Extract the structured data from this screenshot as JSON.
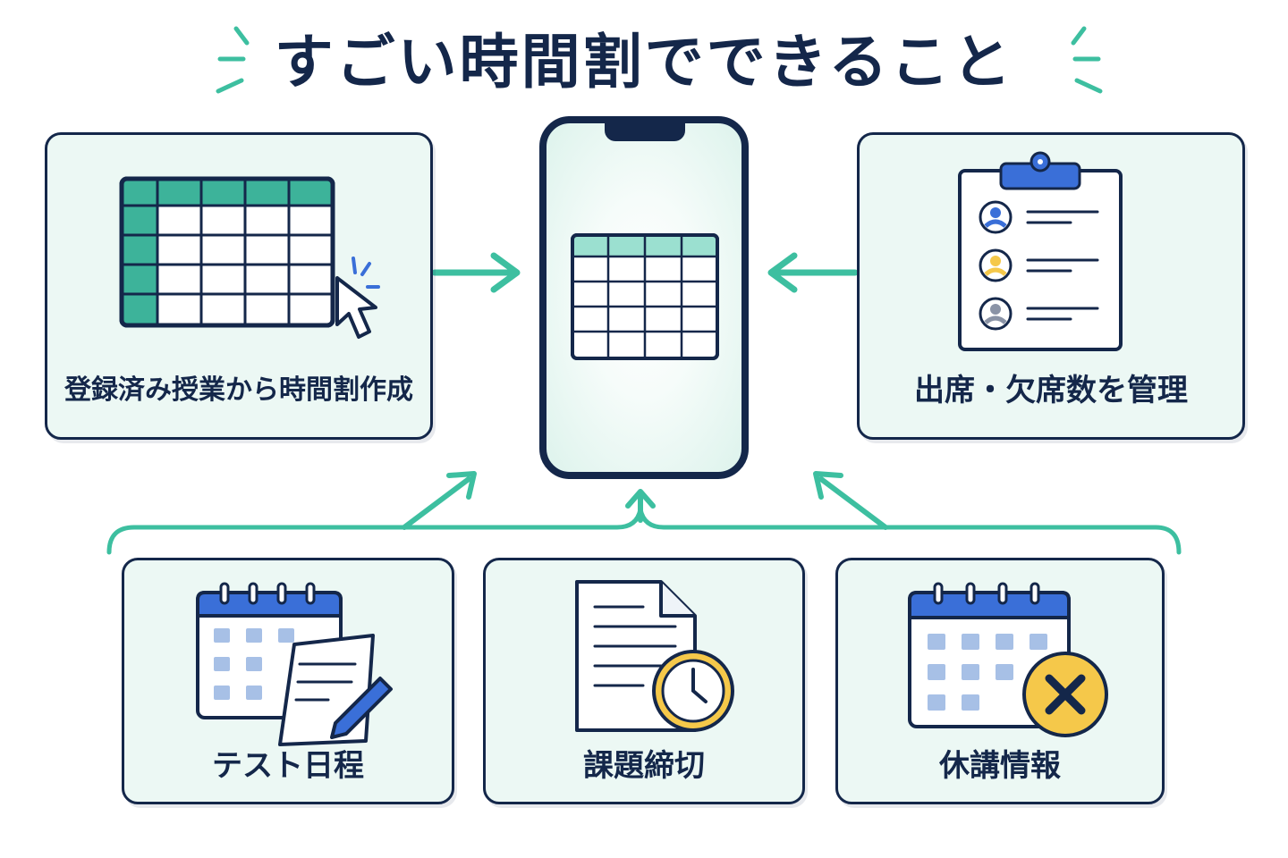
{
  "title": "すごい時間割でできること",
  "features": {
    "timetable": "登録済み授業から時間割作成",
    "attendance": "出席・欠席数を管理",
    "tests": "テスト日程",
    "assignments": "課題締切",
    "cancellations": "休講情報"
  },
  "colors": {
    "navy": "#14274a",
    "teal": "#3dbfa0",
    "card_bg": "#ecf8f4",
    "blue": "#3a6fd8",
    "yellow": "#f5c84a"
  },
  "icons": [
    "timetable-grid-icon",
    "cursor-click-icon",
    "smartphone-icon",
    "clipboard-attendance-icon",
    "calendar-edit-icon",
    "document-clock-icon",
    "calendar-cancel-icon"
  ]
}
